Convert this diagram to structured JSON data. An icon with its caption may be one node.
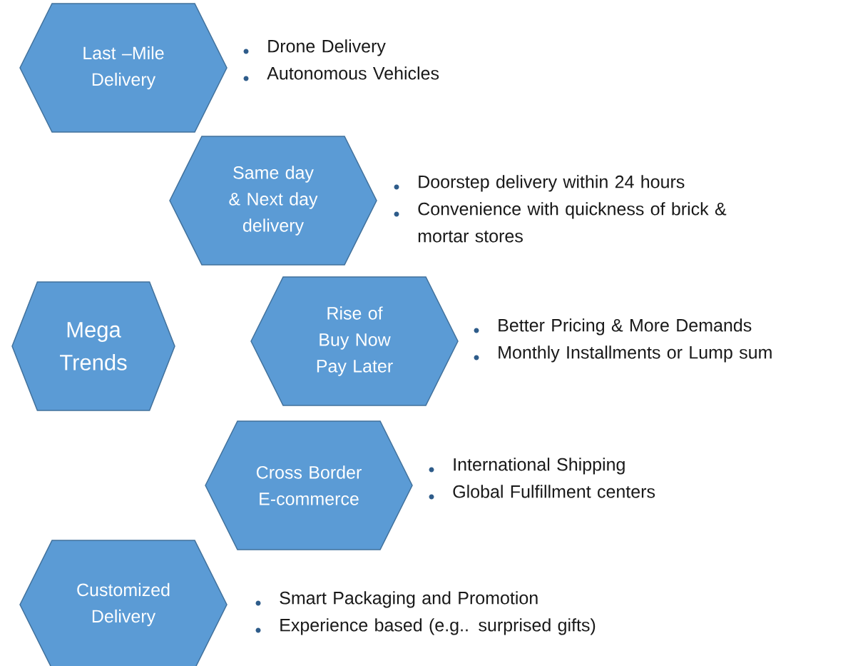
{
  "diagram": {
    "nodes": [
      {
        "text": [
          "Last –Mile Delivery"
        ],
        "beside": [
          "Drone Delivery",
          "Autonomous Vehicles"
        ]
      },
      {
        "text": [
          "Same day & Next day delivery"
        ],
        "beside": [
          "Doorstep delivery within 24 hours",
          "Convenience with quickness of brick & mortar stores"
        ]
      },
      {
        "text": [
          "Mega Trends"
        ]
      },
      {
        "text": [
          "Rise of Buy Now Pay Later"
        ],
        "beside": [
          "Better Pricing & More Demands",
          "Monthly Installments or Lump sum"
        ]
      },
      {
        "text": [
          "Cross Border E-commerce"
        ],
        "beside": [
          "International Shipping",
          "Global Fulfillment centers"
        ]
      },
      {
        "text": [
          "Customized Delivery"
        ],
        "beside": [
          "Smart Packaging and Promotion",
          "Experience based (e.g.. surprised gifts)"
        ]
      }
    ]
  }
}
